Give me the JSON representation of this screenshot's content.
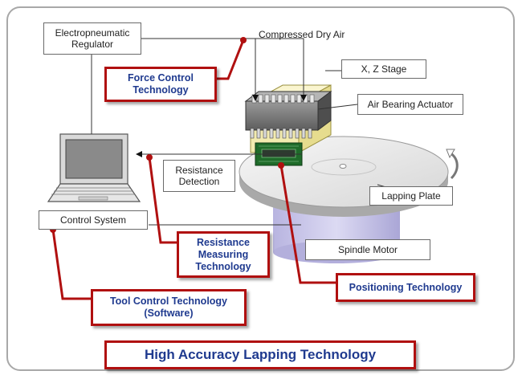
{
  "title": "High Accuracy Lapping Technology",
  "components": {
    "regulator": "Electropneumatic\nRegulator",
    "compressed_air": "Compressed Dry Air",
    "xz_stage": "X, Z Stage",
    "air_bearing": "Air Bearing Actuator",
    "resistance_detection": "Resistance\nDetection",
    "lapping_plate": "Lapping Plate",
    "control_system": "Control System",
    "spindle_motor": "Spindle Motor"
  },
  "technologies": {
    "force_control": "Force Control\nTechnology",
    "resistance_measuring": "Resistance\nMeasuring\nTechnology",
    "positioning": "Positioning Technology",
    "tool_control": "Tool Control Technology\n(Software)"
  },
  "colors": {
    "accent_red": "#b01010",
    "title_blue": "#1f3a8f",
    "stage_yellow": "#f2ebb0",
    "pcb_green": "#1f6b2a",
    "motor_lavender": "#c9c6e8"
  }
}
